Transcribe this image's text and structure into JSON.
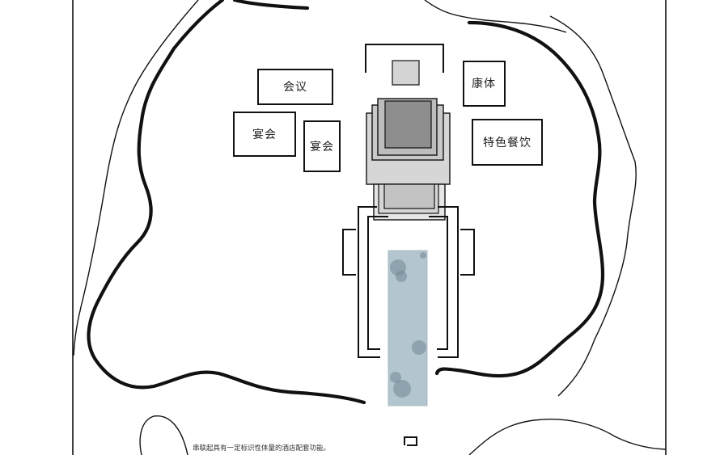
{
  "labels": {
    "meeting": "会议",
    "fitness": "康体",
    "banquet_left": "宴会",
    "banquet_right": "宴会",
    "specialty_dining": "特色餐饮"
  },
  "caption": "串联起具有一定标识性体量的酒店配套功能。",
  "colors": {
    "ink": "#111111",
    "dark_gray": "#8e8e8e",
    "mid_gray": "#bdbdbd",
    "light_gray": "#d4d4d4",
    "water": "#b3c6cf",
    "water_spot": "#6f8794"
  }
}
